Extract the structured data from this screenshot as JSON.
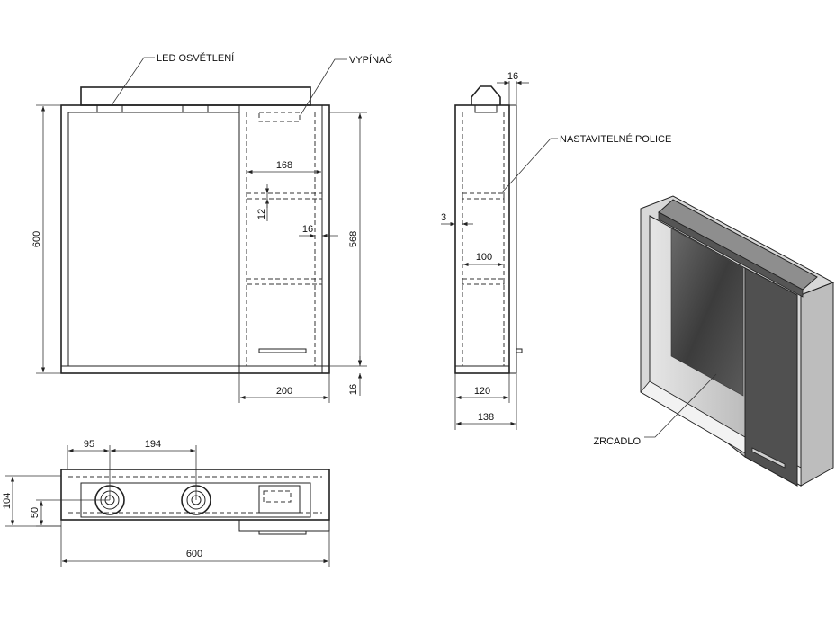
{
  "labels": {
    "led": "LED OSVĚTLENÍ",
    "switch": "VYPÍNAČ",
    "shelves": "NASTAVITELNÉ POLICE",
    "mirror": "ZRCADLO"
  },
  "front_view": {
    "height_total": "600",
    "height_inner": "568",
    "shelf_width": "168",
    "shelf_thickness": "12",
    "side_thickness": "16",
    "cabinet_width": "200",
    "bottom_thickness": "16"
  },
  "side_view": {
    "top_offset": "16",
    "gap": "3",
    "shelf_depth": "100",
    "body_depth": "120",
    "total_depth": "138"
  },
  "top_view": {
    "light_offset": "95",
    "light_spacing": "194",
    "depth": "104",
    "light_depth": "50",
    "width": "600"
  },
  "colors": {
    "line": "#222222",
    "mirror_dark": "#4a4a4a",
    "mirror_light": "#cfcfcf"
  }
}
